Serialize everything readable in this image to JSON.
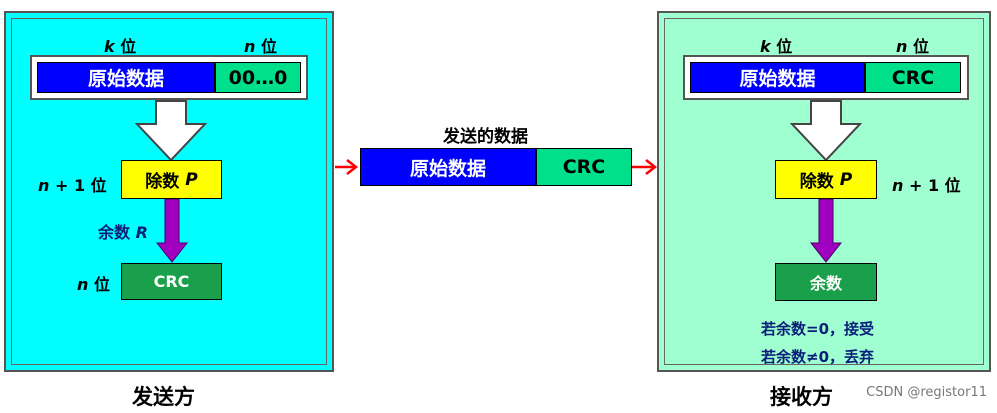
{
  "sender": {
    "k_label": "k",
    "n_label": "n",
    "bit": "位",
    "data_label": "原始数据",
    "zeros_label": "00…0",
    "np1_n": "n",
    "np1_rest": "+ 1 位",
    "divisor_text": "除数",
    "divisor_var": "P",
    "remainder_text": "余数",
    "remainder_var": "R",
    "crc_n": "n",
    "crc_label": "CRC",
    "title": "发送方"
  },
  "middle": {
    "title": "发送的数据",
    "data_label": "原始数据",
    "crc_label": "CRC"
  },
  "receiver": {
    "k_label": "k",
    "n_label": "n",
    "bit": "位",
    "data_label": "原始数据",
    "crc_label": "CRC",
    "divisor_text": "除数",
    "divisor_var": "P",
    "np1_n": "n",
    "np1_rest": "+ 1 位",
    "remainder_label": "余数",
    "rule_accept": "若余数=0，接受",
    "rule_discard": "若余数≠0，丢弃",
    "title": "接收方"
  },
  "watermark": "CSDN @registor11",
  "colors": {
    "sender_bg": "#00ffff",
    "receiver_bg": "#a0ffd0",
    "data_blue": "#0000ff",
    "crc_green": "#00e08a",
    "divisor_yellow": "#ffff00",
    "result_green": "#1aa04a",
    "arrow_purple": "#a000c0",
    "arrow_red": "#ff0000"
  }
}
